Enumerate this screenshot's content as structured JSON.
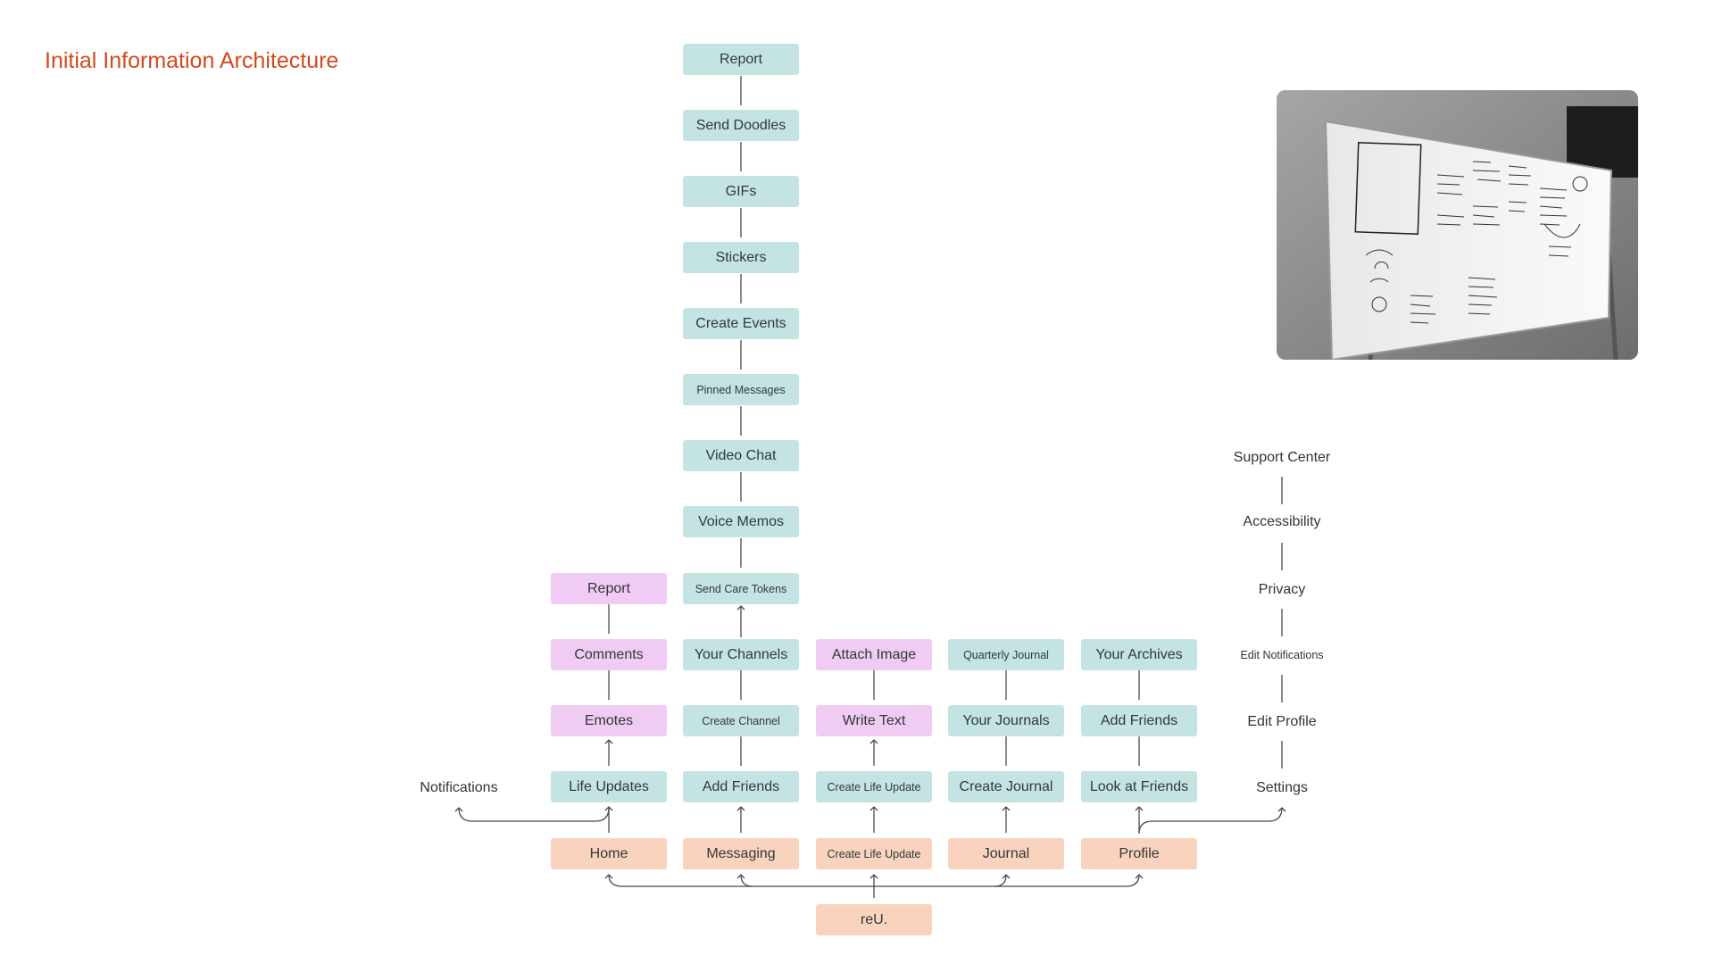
{
  "title": "Initial Information Architecture",
  "root": "reU.",
  "level1": [
    "Home",
    "Messaging",
    "Create Life Update",
    "Journal",
    "Profile"
  ],
  "home": {
    "notifications": "Notifications",
    "chain": [
      "Life Updates",
      "Emotes",
      "Comments",
      "Report"
    ]
  },
  "messaging": {
    "chain": [
      "Add Friends",
      "Create Channel",
      "Your Channels",
      "Send Care Tokens",
      "Voice Memos",
      "Video Chat",
      "Pinned Messages",
      "Create Events",
      "Stickers",
      "GIFs",
      "Send Doodles",
      "Report"
    ]
  },
  "create": {
    "chain": [
      "Create Life Update",
      "Write Text",
      "Attach Image"
    ]
  },
  "journal": {
    "chain": [
      "Create Journal",
      "Your Journals",
      "Quarterly Journal"
    ]
  },
  "profile": {
    "chain": [
      "Look at Friends",
      "Add Friends",
      "Your Archives"
    ],
    "settings_chain": [
      "Settings",
      "Edit Profile",
      "Edit Notifications",
      "Privacy",
      "Accessibility",
      "Support Center"
    ]
  },
  "colors": {
    "title": "#d24a1c",
    "teal": "#c4e4e3",
    "pink": "#f0cbf4",
    "peach": "#f9d3bd",
    "line": "#4a4a4a"
  }
}
